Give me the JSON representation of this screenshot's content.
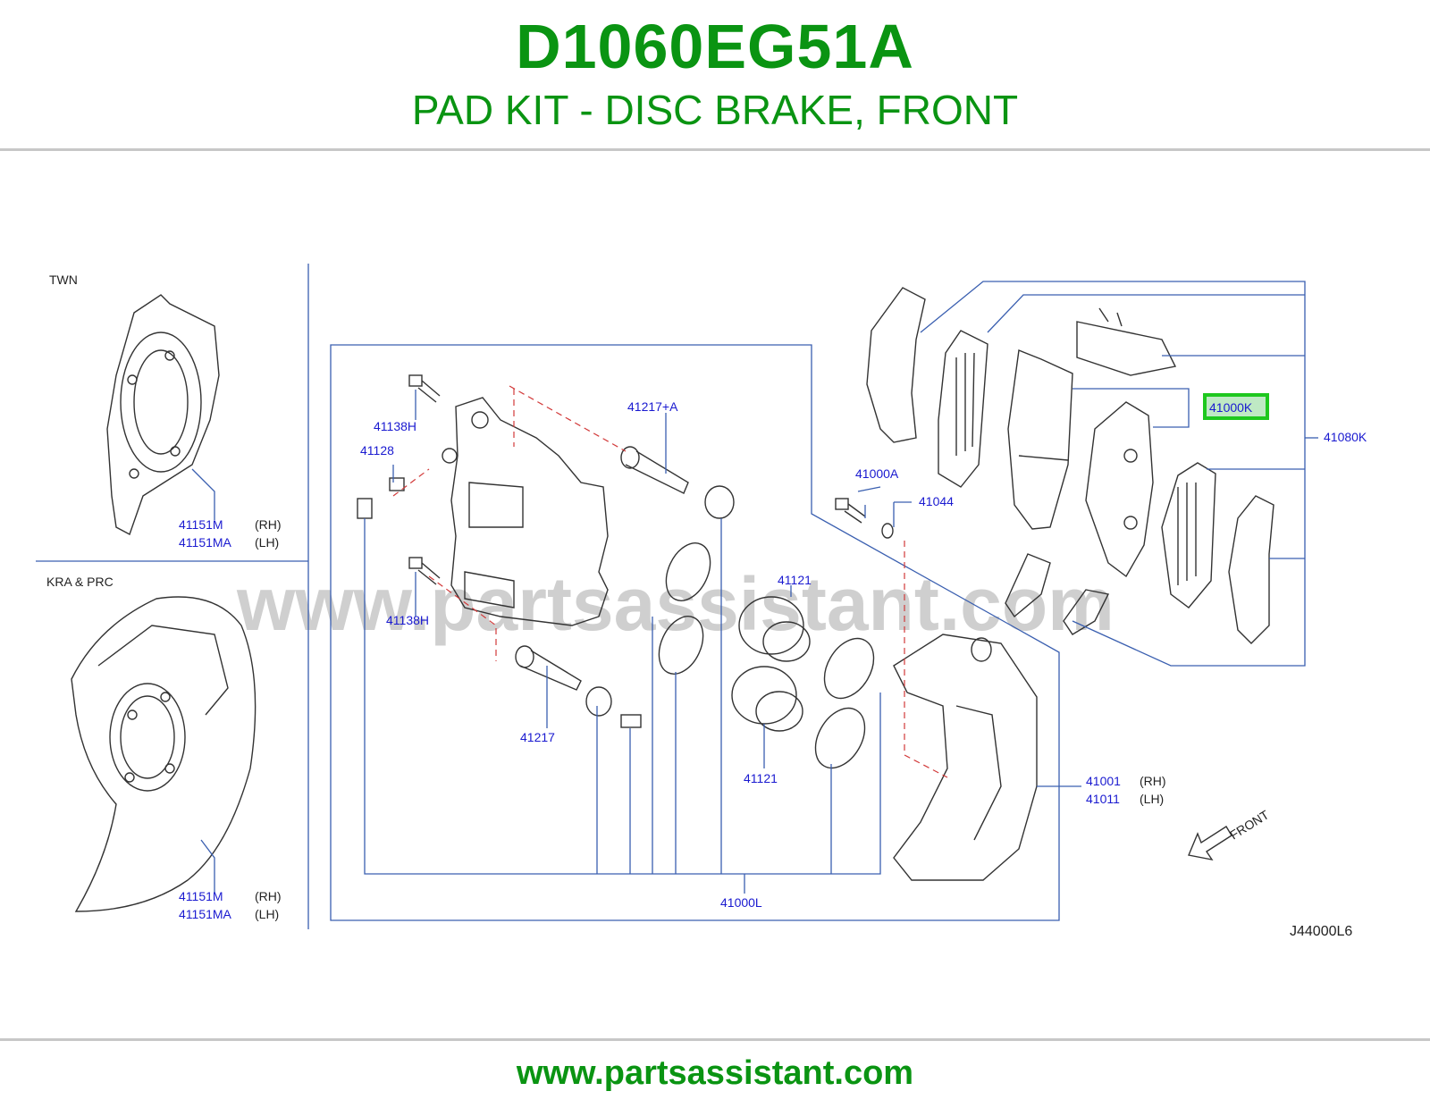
{
  "header": {
    "part_number": "D1060EG51A",
    "description": "PAD KIT - DISC BRAKE, FRONT"
  },
  "diagram": {
    "watermark": "www.partsassistant.com",
    "sections": {
      "twn": "TWN",
      "kra_prc": "KRA & PRC"
    },
    "labels": {
      "p41138h_top": "41138H",
      "p41128": "41128",
      "p41138h_bottom": "41138H",
      "p41217a": "41217+A",
      "p41217": "41217",
      "p41121_top": "41121",
      "p41121_bottom": "41121",
      "p41000a": "41000A",
      "p41044": "41044",
      "p41000k": "41000K",
      "p41080k": "41080K",
      "p41001": "41001",
      "p41011": "41011",
      "p41000l": "41000L",
      "p41151m_top": "41151M",
      "p41151ma_top": "41151MA",
      "p41151m_bottom": "41151M",
      "p41151ma_bottom": "41151MA",
      "rh": "(RH)",
      "lh": "(LH)",
      "front": "FRONT",
      "code": "J44000L6"
    },
    "highlight_color": "#1ec81e",
    "highlighted_part": "41000K"
  },
  "footer": {
    "url": "www.partsassistant.com"
  }
}
